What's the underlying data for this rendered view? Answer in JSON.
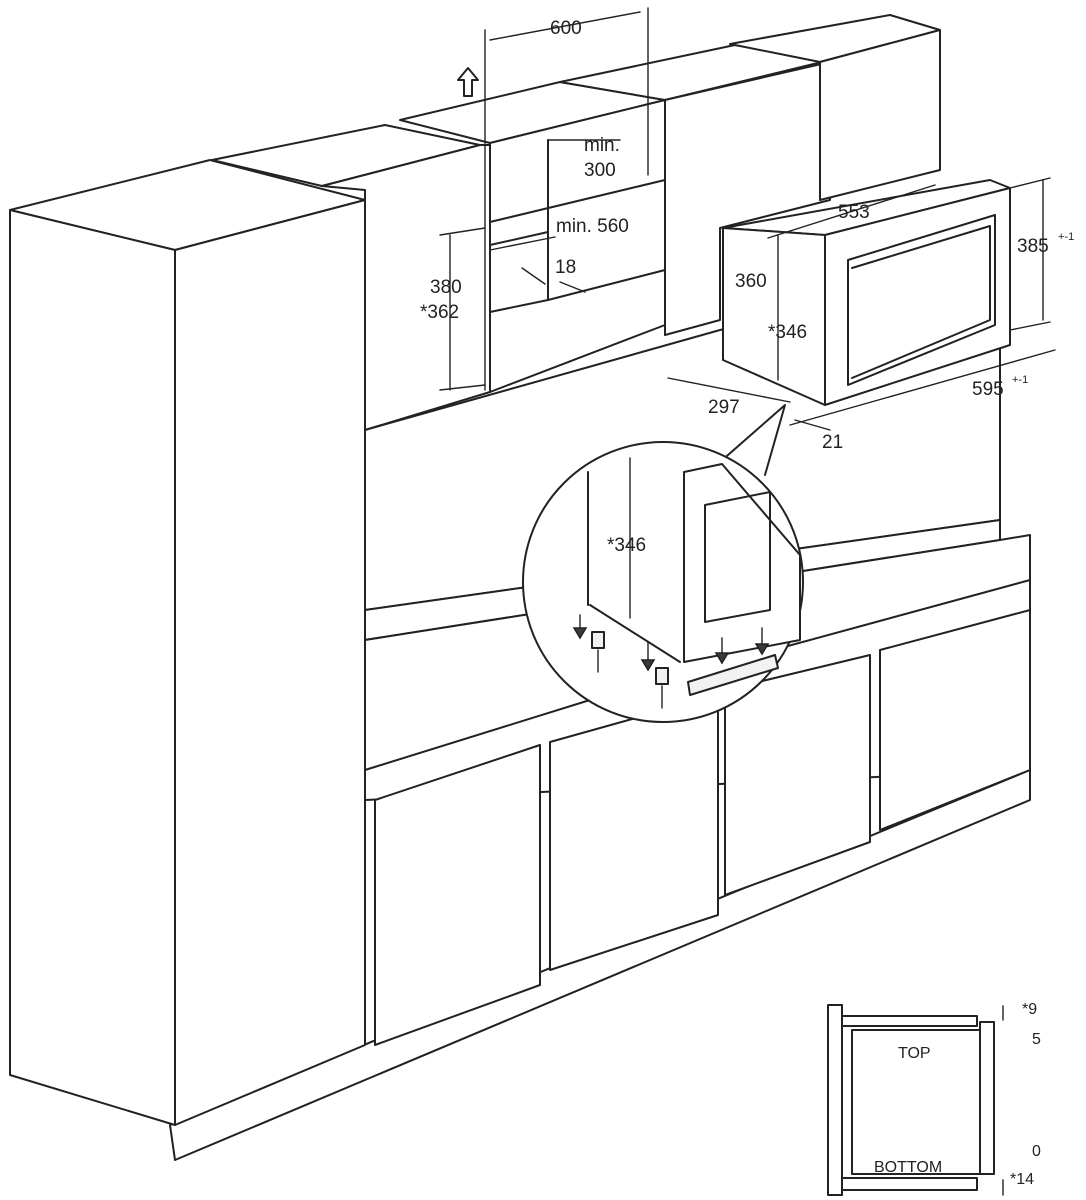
{
  "labels": {
    "width_600": "600",
    "min_300_a": "min.",
    "min_300_b": "300",
    "min_560": "min. 560",
    "depth_18": "18",
    "h_380": "380",
    "h_362": "*362",
    "w_553": "553",
    "h_385": "385",
    "h_385_tol": "+-1",
    "h_360": "360",
    "h_346": "*346",
    "d_297": "297",
    "w_595": "595",
    "w_595_tol": "+-1",
    "d_21": "21",
    "detail_346": "*346",
    "side_9": "*9",
    "side_5": "5",
    "side_0": "0",
    "side_14": "*14",
    "side_top": "TOP",
    "side_bottom": "BOTTOM"
  }
}
